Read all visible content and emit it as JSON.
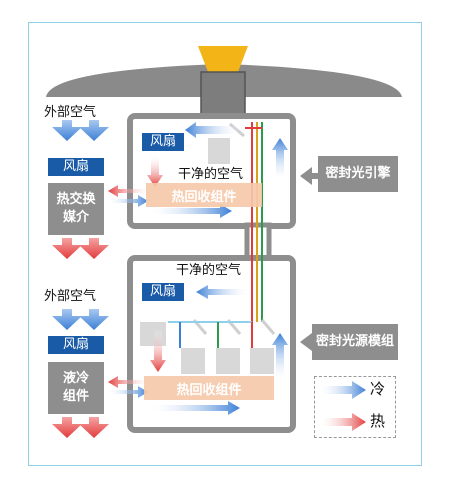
{
  "upper_module": {
    "outside_air": "外部空气",
    "fan": "风扇",
    "exchange_medium": "热交换\n媒介",
    "clean_air": "干净的空气",
    "heat_recovery": "热回收组件",
    "fan_in_module": "风扇",
    "sealed_engine": "密封光引擎"
  },
  "lower_module": {
    "outside_air": "外部空气",
    "fan": "风扇",
    "liquid_cooling": "液冷\n组件",
    "clean_air": "干净的空气",
    "heat_recovery": "热回收组件",
    "fan_in_module": "风扇",
    "sealed_source": "密封光源模组"
  },
  "legend": {
    "cold": "冷",
    "hot": "热"
  },
  "colors": {
    "fan_blue": "#1a5ba8",
    "gray": "#8e8e8e",
    "heat_block": "#f6c9aa",
    "lens_yellow": "#f3b417",
    "cold": "#3c7fd6",
    "hot": "#e33b3b"
  }
}
